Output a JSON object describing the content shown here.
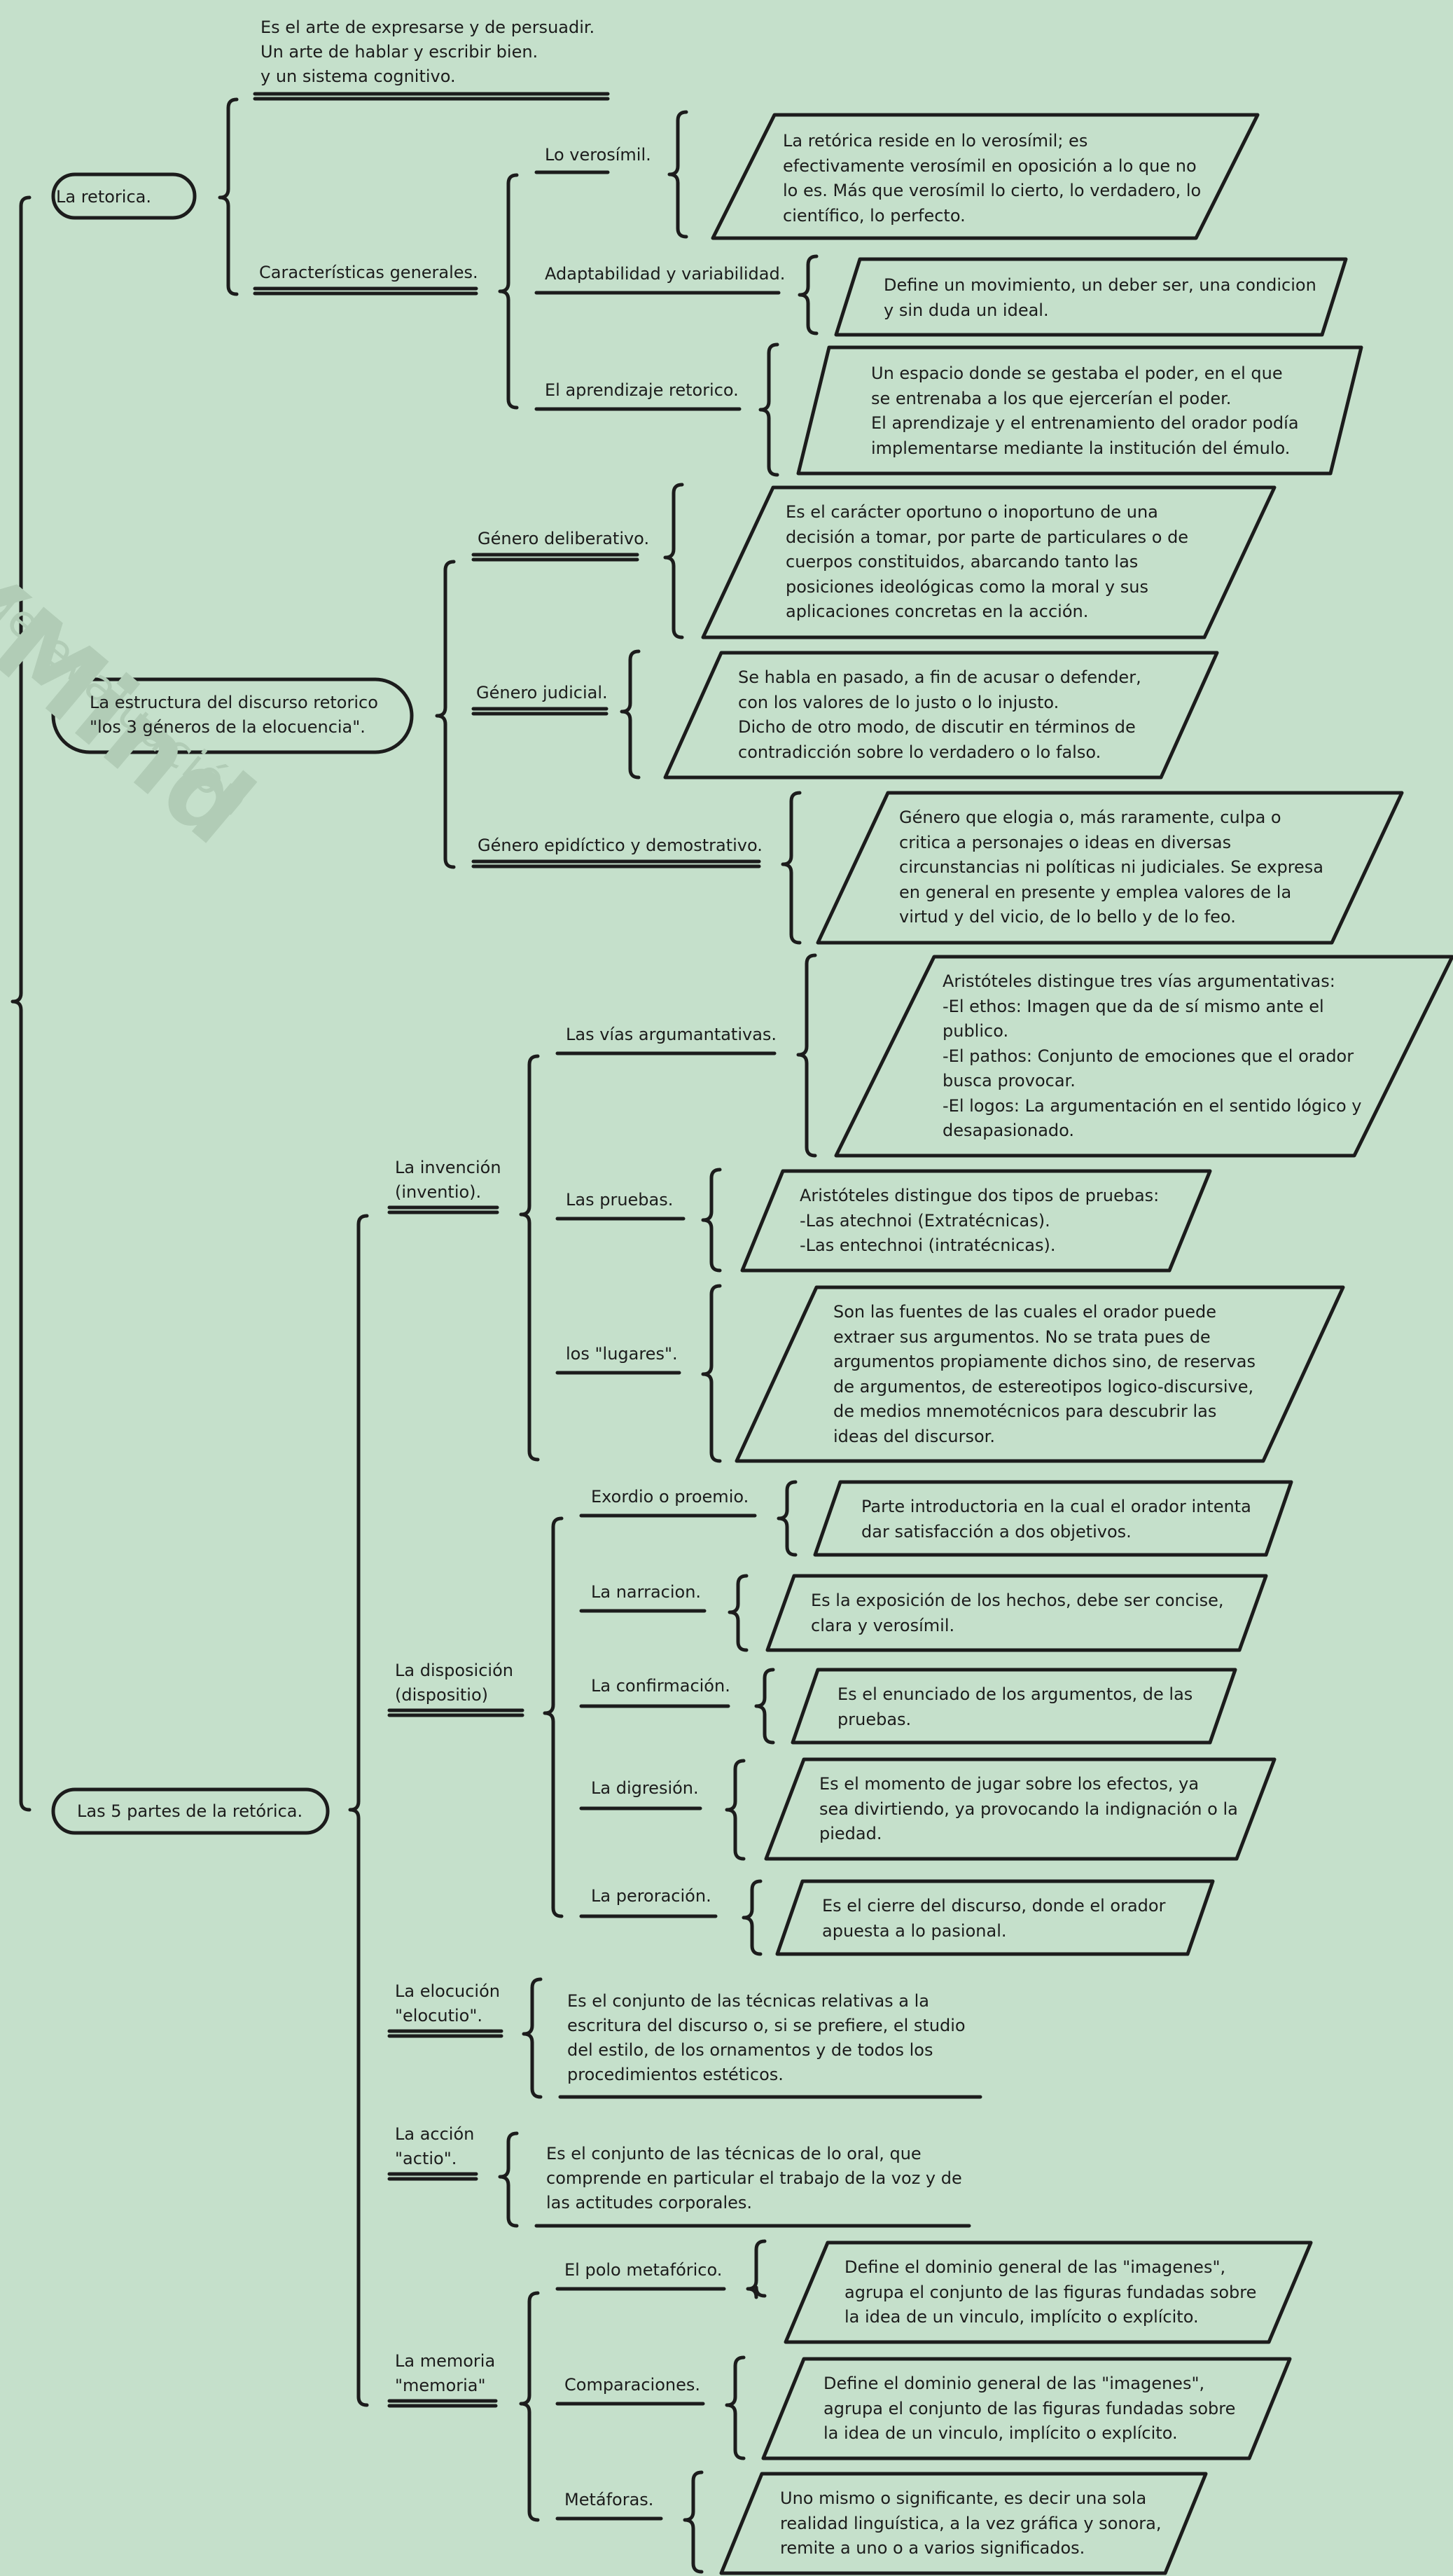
{
  "watermark": {
    "brand": "XMind",
    "subtitle": "de evaluación"
  },
  "roots": [
    {
      "label": "La retorica."
    },
    {
      "label_lines": [
        "La estructura del discurso retorico",
        "\"los 3 géneros de la elocuencia\"."
      ]
    },
    {
      "label": "Las 5 partes de la retórica."
    }
  ],
  "retorica": {
    "definition_lines": [
      "Es el arte de expresarse y de persuadir.",
      "Un arte de hablar y escribir bien.",
      "y un sistema cognitivo."
    ],
    "caracteristicas": {
      "label": "Características generales.",
      "items": [
        {
          "label": "Lo verosímil.",
          "lines": [
            "La retórica reside en lo verosímil; es",
            "efectivamente verosímil en oposición a lo que no",
            "lo es. Más que verosímil lo cierto, lo verdadero, lo",
            "científico, lo perfecto."
          ]
        },
        {
          "label": "Adaptabilidad y variabilidad.",
          "lines": [
            "Define un movimiento, un deber ser, una condicion",
            "y sin duda un ideal."
          ]
        },
        {
          "label": "El aprendizaje retorico.",
          "lines": [
            "Un espacio donde se gestaba el poder, en el que",
            "se entrenaba a los que ejercerían el poder.",
            "El aprendizaje y el entrenamiento del orador podía",
            "implementarse mediante la institución del émulo."
          ]
        }
      ]
    }
  },
  "generos": [
    {
      "label": "Género deliberativo.",
      "lines": [
        "Es el carácter oportuno o inoportuno de una",
        "decisión a tomar, por parte de particulares o de",
        "cuerpos constituidos, abarcando tanto las",
        "posiciones ideológicas como la moral y sus",
        "aplicaciones concretas en la acción."
      ]
    },
    {
      "label": "Género judicial.",
      "lines": [
        "Se habla en pasado, a fin de acusar o defender,",
        "con los valores de lo justo o lo injusto.",
        "Dicho de otro modo, de discutir en términos de",
        "contradicción sobre lo verdadero o lo falso."
      ]
    },
    {
      "label": "Género epidíctico y demostrativo.",
      "lines": [
        "Género que elogia o, más raramente, culpa o",
        "critica a personajes o ideas en diversas",
        "circunstancias ni políticas ni judiciales. Se expresa",
        "en general en presente y emplea valores de la",
        "virtud y del vicio, de lo bello y de lo feo."
      ]
    }
  ],
  "partes": {
    "invencion": {
      "label_lines": [
        "La invención",
        "(inventio)."
      ],
      "items": [
        {
          "label": "Las vías argumantativas.",
          "lines": [
            "Aristóteles distingue tres vías argumentativas:",
            "-El ethos: Imagen que da de sí mismo ante el",
            "publico.",
            "-El pathos: Conjunto de emociones que el orador",
            "busca provocar.",
            "-El logos: La argumentación en el sentido lógico y",
            "desapasionado."
          ]
        },
        {
          "label": "Las pruebas.",
          "lines": [
            "Aristóteles distingue dos tipos de pruebas:",
            "-Las atechnoi (Extratécnicas).",
            "-Las entechnoi (intratécnicas)."
          ]
        },
        {
          "label": "los \"lugares\".",
          "lines": [
            "Son las fuentes de las cuales el orador puede",
            "extraer sus argumentos. No se trata pues de",
            "argumentos propiamente dichos sino, de reservas",
            "de argumentos, de estereotipos logico-discursive,",
            "de medios mnemotécnicos para descubrir las",
            "ideas del discursor."
          ]
        }
      ]
    },
    "disposicion": {
      "label_lines": [
        "La disposición",
        "(dispositio)"
      ],
      "items": [
        {
          "label": "Exordio o proemio.",
          "lines": [
            "Parte introductoria en la cual el orador intenta",
            "dar satisfacción a dos objetivos."
          ]
        },
        {
          "label": "La narracion.",
          "lines": [
            "Es la exposición de los hechos, debe ser concise,",
            "clara y verosímil."
          ]
        },
        {
          "label": "La confirmación.",
          "lines": [
            "Es el enunciado de los argumentos, de las",
            "pruebas."
          ]
        },
        {
          "label": "La digresión.",
          "lines": [
            "Es el momento de jugar sobre los efectos, ya",
            "sea divirtiendo, ya provocando la indignación o la",
            "piedad."
          ]
        },
        {
          "label": "La peroración.",
          "lines": [
            "Es el cierre del discurso, donde el orador",
            "apuesta a lo pasional."
          ]
        }
      ]
    },
    "elocucion": {
      "label_lines": [
        "La elocución",
        "\"elocutio\"."
      ],
      "lines": [
        "Es el conjunto de las técnicas relativas a la",
        "escritura del discurso o, si se prefiere, el studio",
        "del estilo, de los ornamentos y de todos los",
        "procedimientos estéticos."
      ]
    },
    "accion": {
      "label_lines": [
        "La acción",
        "\"actio\"."
      ],
      "lines": [
        "Es el conjunto de las técnicas de lo oral, que",
        "comprende en particular el trabajo de la voz y de",
        "las actitudes corporales."
      ]
    },
    "memoria": {
      "label_lines": [
        "La memoria",
        "\"memoria\""
      ],
      "items": [
        {
          "label": "El polo metafórico.",
          "lines": [
            "Define el dominio general de las \"imagenes\",",
            "agrupa el conjunto de las figuras fundadas sobre",
            "la idea de un vinculo, implícito o explícito."
          ]
        },
        {
          "label": "Comparaciones.",
          "lines": [
            "Define el dominio general de las \"imagenes\",",
            "agrupa el conjunto de las figuras fundadas sobre",
            "la idea de un vinculo, implícito o explícito."
          ]
        },
        {
          "label": "Metáforas.",
          "lines": [
            "Uno mismo o significante, es decir una sola",
            "realidad linguística, a la vez gráfica y sonora,",
            "remite a uno o a varios significados."
          ]
        }
      ]
    }
  },
  "colors": {
    "background": "#c5e0cb",
    "ink": "#1c1c1c",
    "watermark": "#b1ccb6"
  }
}
